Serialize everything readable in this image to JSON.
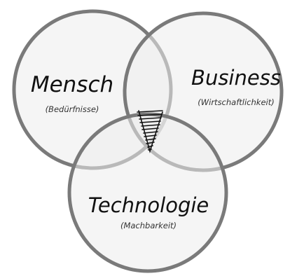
{
  "diagram": {
    "sets": [
      {
        "id": "mensch",
        "title": "Mensch",
        "subtitle": "(Bedürfnisse)"
      },
      {
        "id": "business",
        "title": "Business",
        "subtitle": "(Wirtschaftlichkeit)"
      },
      {
        "id": "technologie",
        "title": "Technologie",
        "subtitle": "(Machbarkeit)"
      }
    ],
    "colors": {
      "circle_fill": "#ececec",
      "circle_stroke": "#7a7a7a",
      "text": "#111111",
      "intersection_mark": "#111111"
    },
    "intersection": {
      "icon": "hand-drawn-scribble-icon"
    }
  }
}
